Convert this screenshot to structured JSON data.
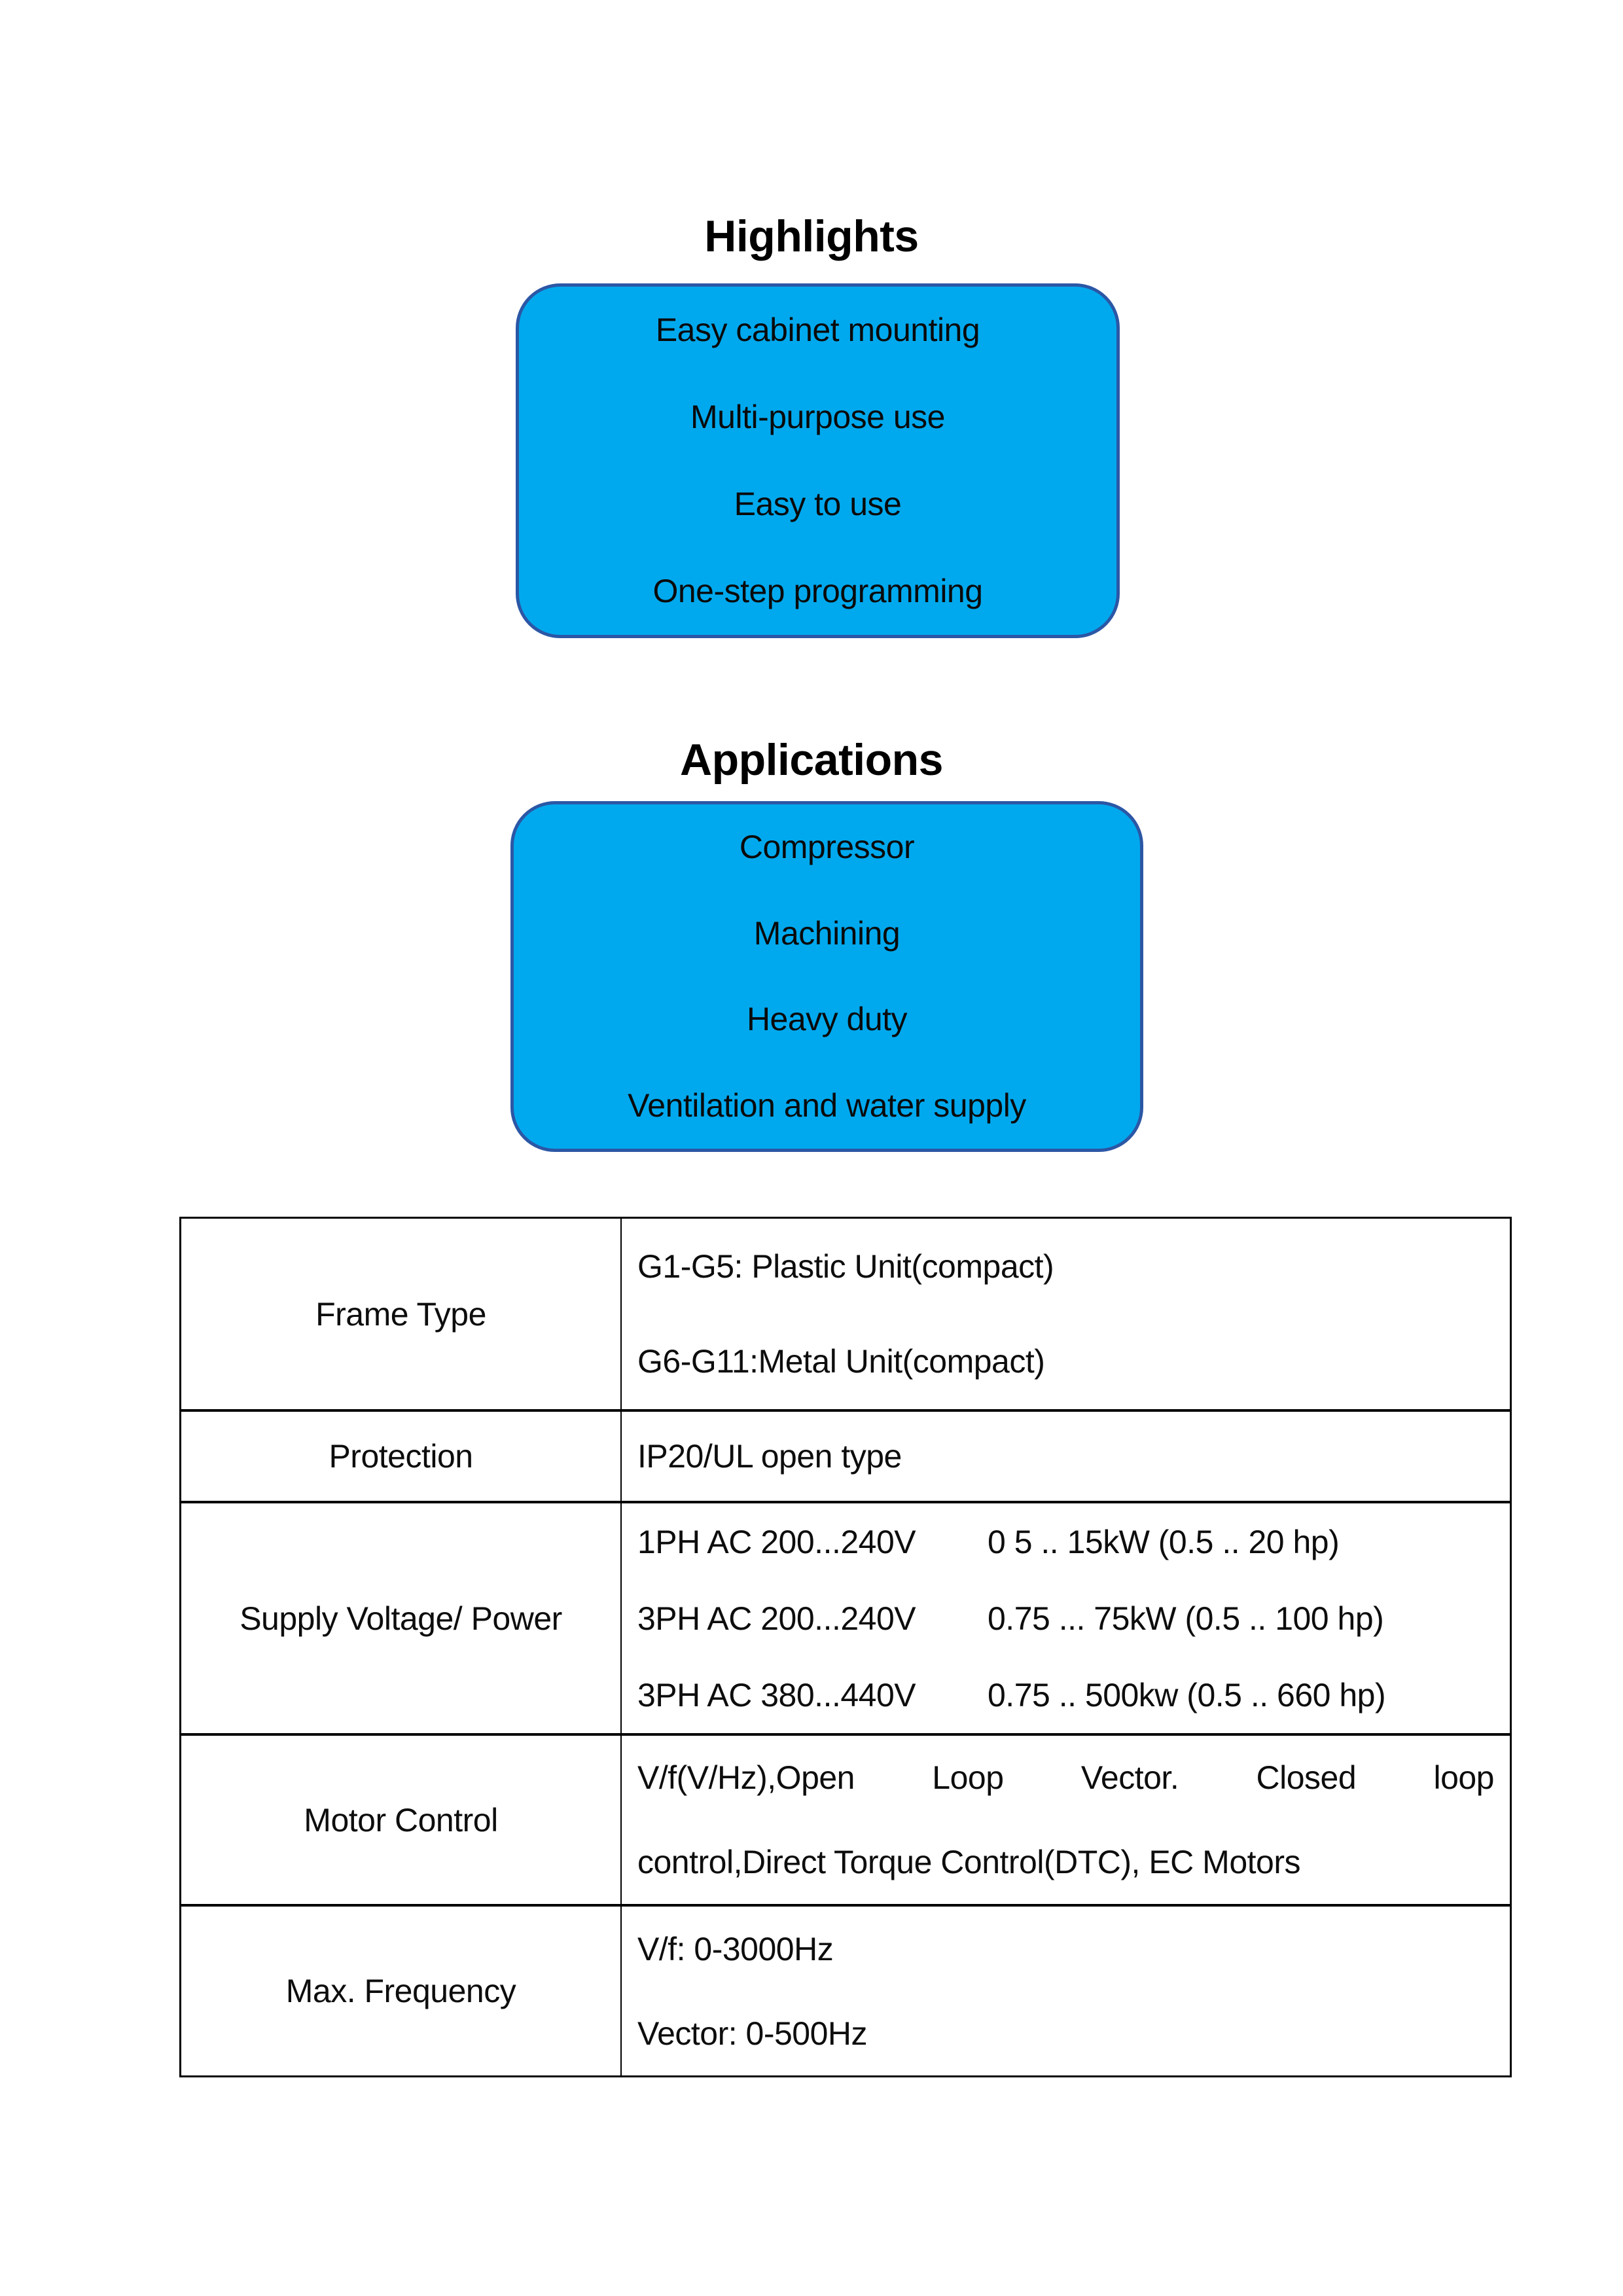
{
  "colors": {
    "box_fill": "#00A9EE",
    "box_border": "#2B57A5",
    "text": "#0d0d0d",
    "table_line": "#000000"
  },
  "highlights": {
    "title": "Highlights",
    "items": [
      "Easy cabinet mounting",
      "Multi-purpose use",
      "Easy to use",
      "One-step programming"
    ]
  },
  "applications": {
    "title": "Applications",
    "items": [
      "Compressor",
      "Machining",
      "Heavy duty",
      "Ventilation and water supply"
    ]
  },
  "spec_table": {
    "rows": [
      {
        "label": "Frame Type",
        "lines": [
          "G1-G5: Plastic Unit(compact)",
          "G6-G11:Metal Unit(compact)"
        ]
      },
      {
        "label": "Protection",
        "lines": [
          "IP20/UL open type"
        ]
      },
      {
        "label": "Supply Voltage/ Power",
        "pairs": [
          {
            "voltage": "1PH AC 200...240V",
            "power": "0 5 .. 15kW (0.5 .. 20 hp)"
          },
          {
            "voltage": "3PH AC 200...240V",
            "power": "0.75 ... 75kW (0.5 .. 100 hp)"
          },
          {
            "voltage": "3PH AC 380...440V",
            "power": "0.75 .. 500kw (0.5 .. 660 hp)"
          }
        ]
      },
      {
        "label": "Motor Control",
        "line_justified": "V/f(V/Hz),Open Loop Vector. Closed loop",
        "lines": [
          "control,Direct Torque Control(DTC), EC Motors"
        ]
      },
      {
        "label": "Max. Frequency",
        "lines": [
          "V/f: 0-3000Hz",
          "Vector: 0-500Hz"
        ]
      }
    ]
  }
}
